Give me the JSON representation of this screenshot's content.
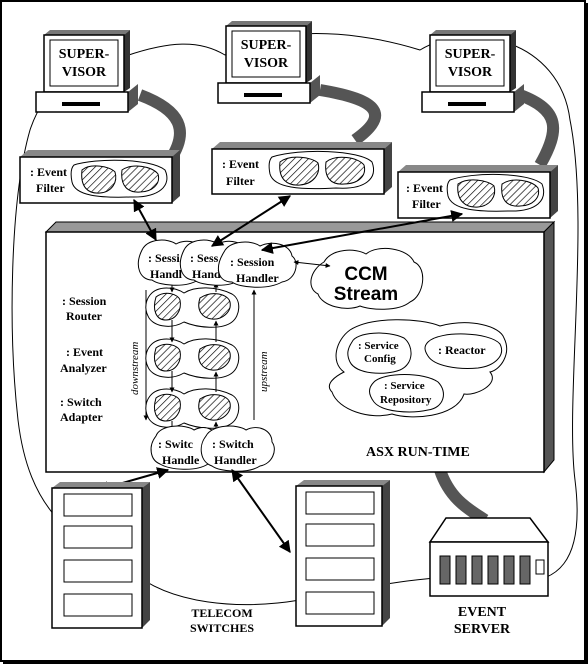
{
  "supervisors": [
    {
      "line1": "SUPER-",
      "line2": "VISOR"
    },
    {
      "line1": "SUPER-",
      "line2": "VISOR"
    },
    {
      "line1": "SUPER-",
      "line2": "VISOR"
    }
  ],
  "event_filters": [
    {
      "line1": ": Event",
      "line2": "Filter"
    },
    {
      "line1": ": Event",
      "line2": "Filter"
    },
    {
      "line1": ": Event",
      "line2": "Filter"
    }
  ],
  "session_handlers": [
    {
      "line1": ": Sessi",
      "line2": "Handl"
    },
    {
      "line1": ": Sess",
      "line2": "Hand"
    },
    {
      "line1": ": Session",
      "line2": "Handler"
    }
  ],
  "ccm_stream": {
    "line1": "CCM",
    "line2": "Stream"
  },
  "modules": [
    {
      "line1": ": Session",
      "line2": "Router"
    },
    {
      "line1": ": Event",
      "line2": "Analyzer"
    },
    {
      "line1": ": Switch",
      "line2": "Adapter"
    }
  ],
  "downstream_label": "downstream",
  "upstream_label": "upstream",
  "services": {
    "config": {
      "line1": ": Service",
      "line2": "Config"
    },
    "reactor": ": Reactor",
    "repository": {
      "line1": ": Service",
      "line2": "Repository"
    }
  },
  "runtime_label": "ASX RUN-TIME",
  "switch_handlers": [
    {
      "line1": ": Switc",
      "line2": "Handle"
    },
    {
      "line1": ": Switch",
      "line2": "Handler"
    }
  ],
  "telecom_label": {
    "line1": "TELECOM",
    "line2": "SWITCHES"
  },
  "event_server_label": {
    "line1": "EVENT",
    "line2": "SERVER"
  }
}
